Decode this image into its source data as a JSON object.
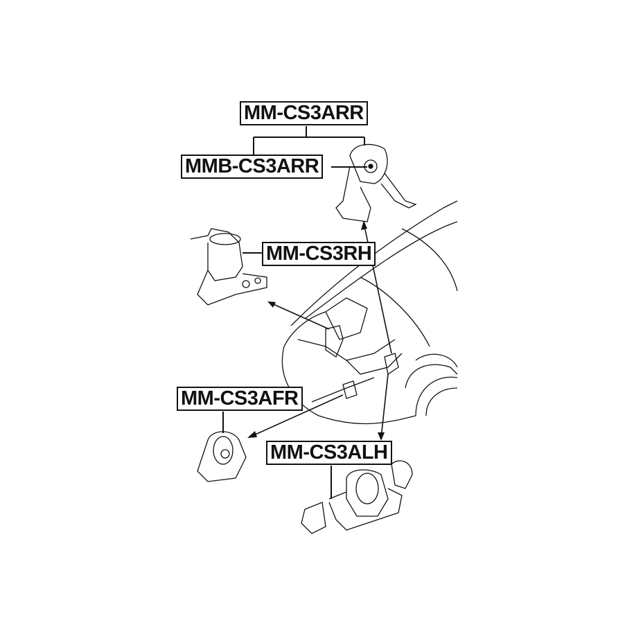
{
  "labels": {
    "rear_mount": "MM-CS3ARR",
    "rear_bushing": "MMB-CS3ARR",
    "right_mount": "MM-CS3RH",
    "front_mount": "MM-CS3AFR",
    "left_mount": "MM-CS3ALH"
  },
  "colors": {
    "line": "#111111",
    "background": "#ffffff"
  }
}
